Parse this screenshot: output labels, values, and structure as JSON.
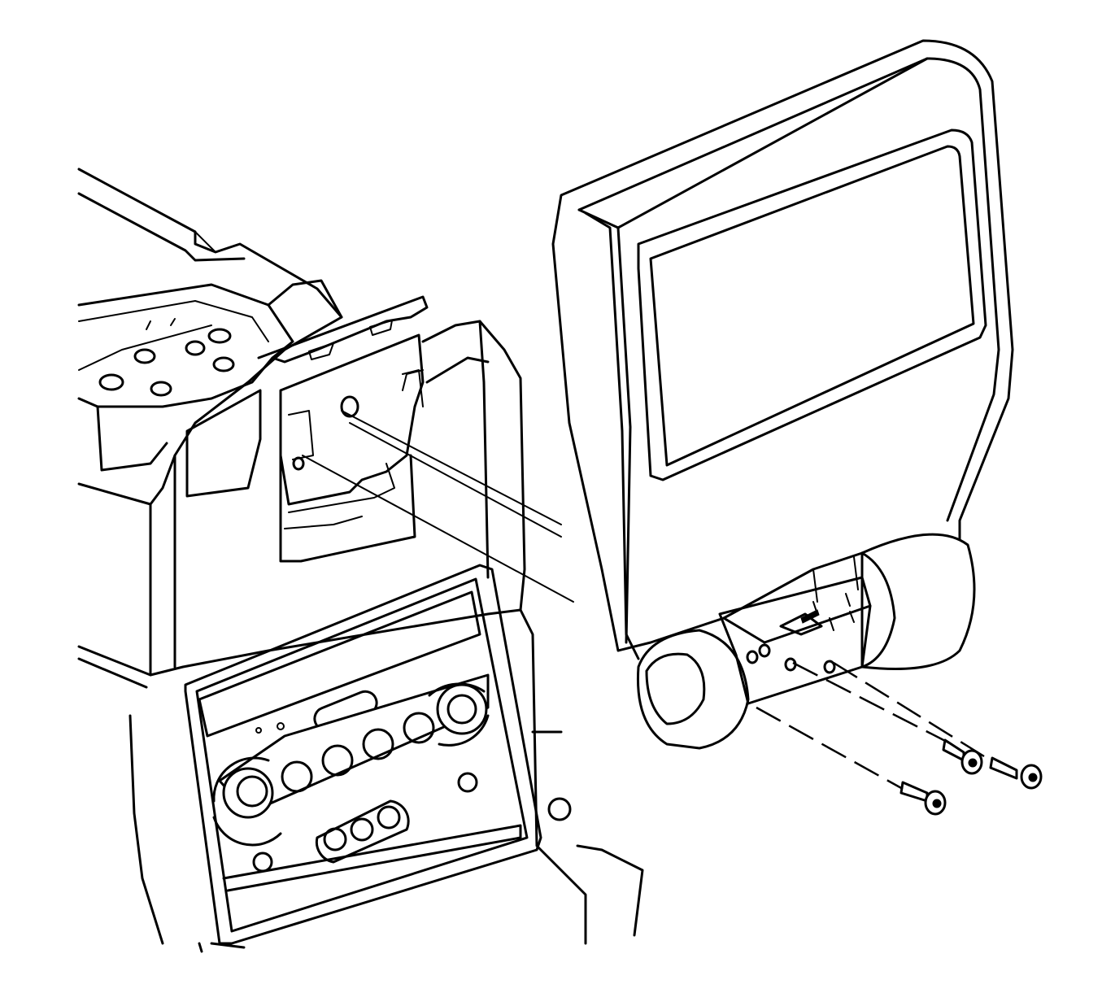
{
  "figure": {
    "kind": "exploded-assembly-line-drawing",
    "components": [
      "center-console-storage-bin",
      "radio-hvac-control-panel",
      "headrest-video-monitor",
      "mounting-bracket",
      "screws"
    ],
    "screw_count": 3,
    "colors": {
      "line": "#000000",
      "background": "#ffffff"
    }
  }
}
